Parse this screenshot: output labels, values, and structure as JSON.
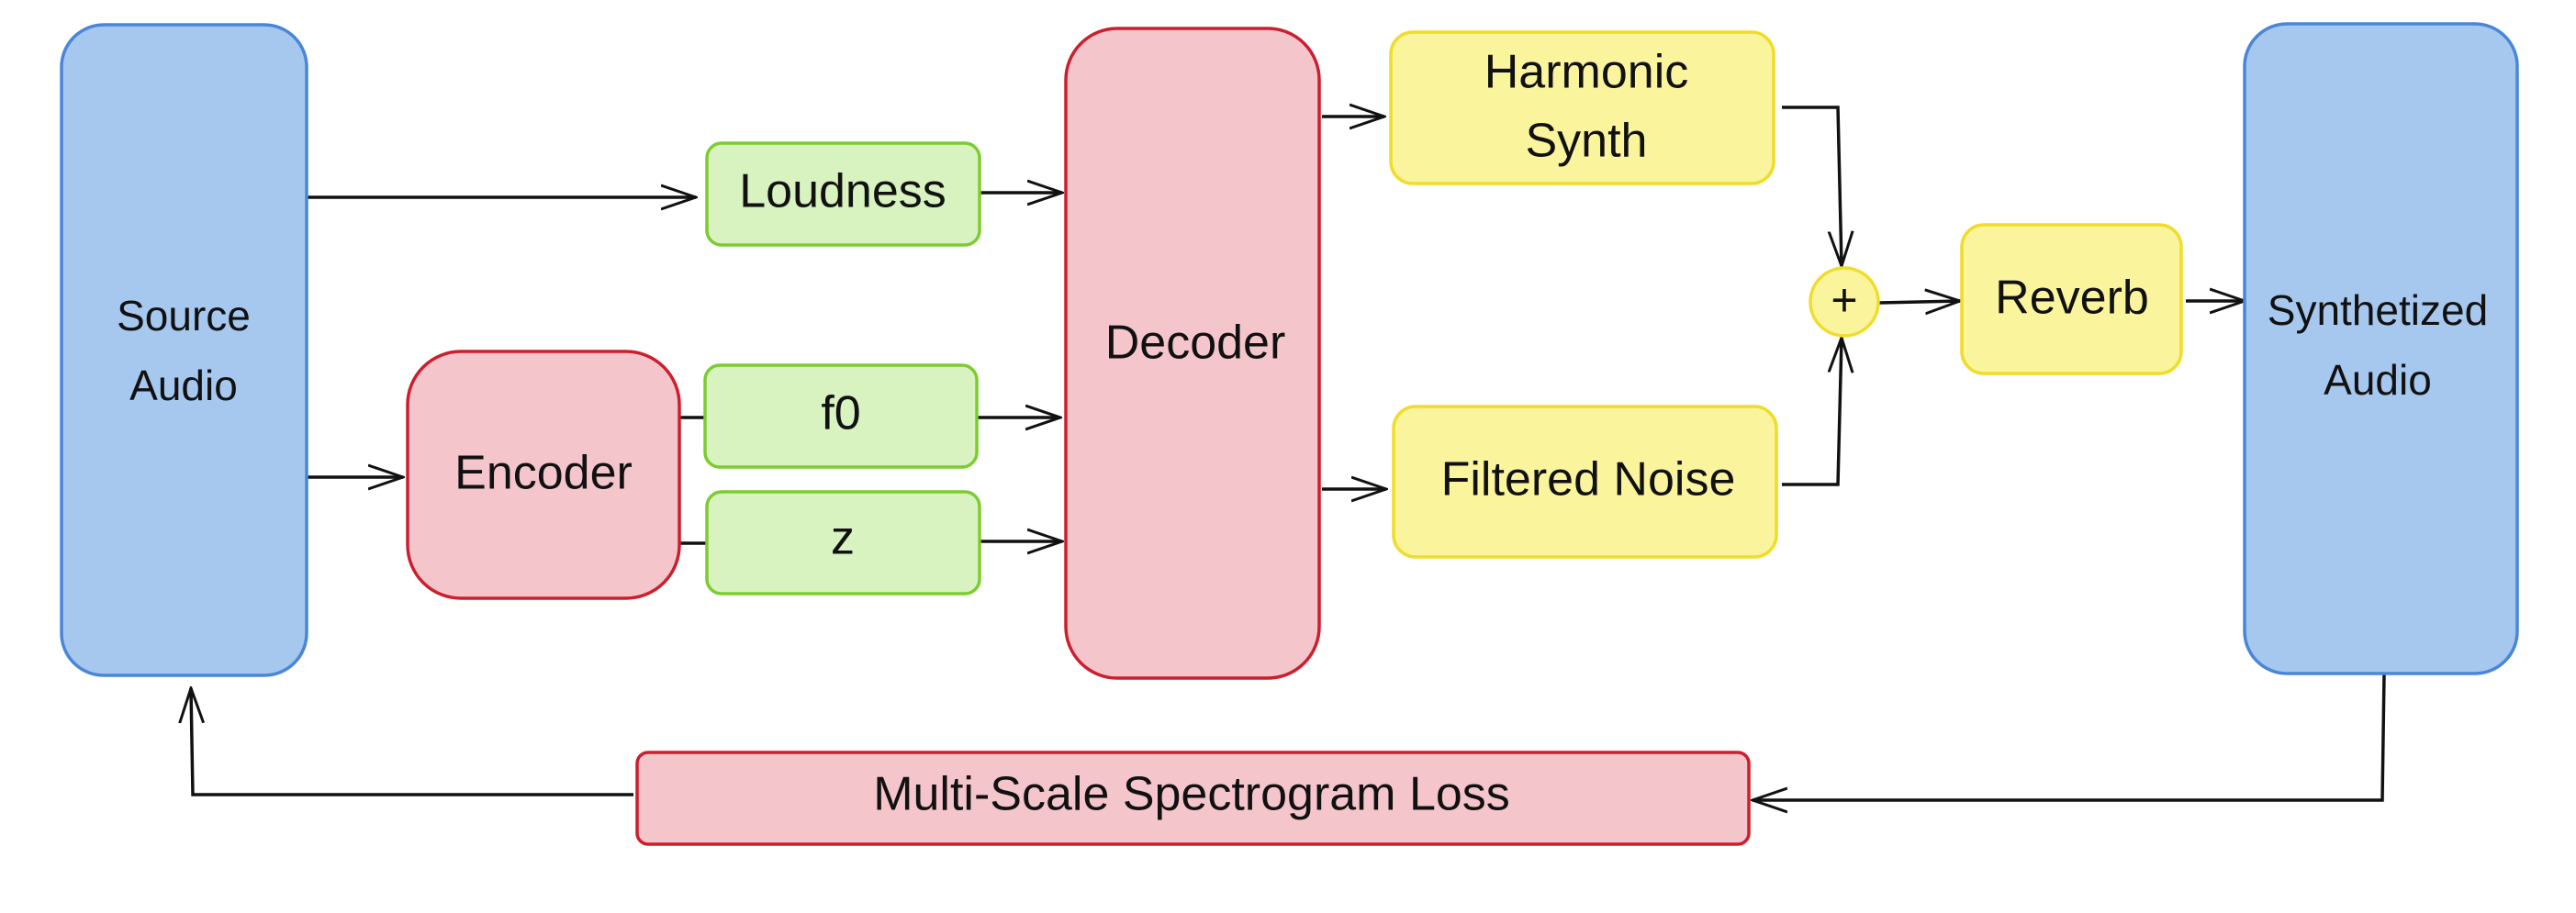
{
  "colors": {
    "blue_fill": "#a6c8ef",
    "blue_stroke": "#4a86d8",
    "red_fill": "#f5c5cc",
    "red_stroke": "#cc1f2e",
    "green_fill": "#d8f2c0",
    "green_stroke": "#7ccc30",
    "yellow_fill": "#faf59d",
    "yellow_stroke": "#f0dc2a",
    "line": "#111111"
  },
  "nodes": {
    "source_audio": {
      "line1": "Source",
      "line2": "Audio"
    },
    "encoder": {
      "label": "Encoder"
    },
    "loudness": {
      "label": "Loudness"
    },
    "f0": {
      "label": "f0"
    },
    "z": {
      "label": "z"
    },
    "decoder": {
      "label": "Decoder"
    },
    "harmonic_synth": {
      "line1": "Harmonic",
      "line2": "Synth"
    },
    "filtered_noise": {
      "label": "Filtered Noise"
    },
    "sum": {
      "label": "+"
    },
    "reverb": {
      "label": "Reverb"
    },
    "synthesized_audio": {
      "line1": "Synthetized",
      "line2": "Audio"
    },
    "loss": {
      "label": "Multi-Scale Spectrogram Loss"
    }
  }
}
